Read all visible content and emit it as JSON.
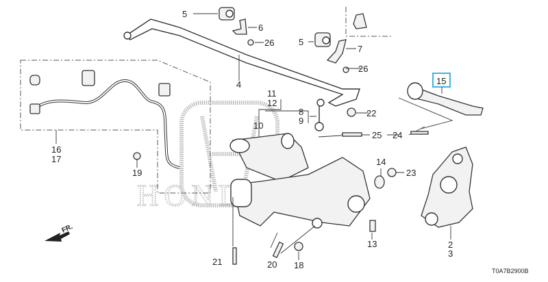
{
  "diagram": {
    "watermark": "HONDA",
    "direction_label": "FR.",
    "diagram_code": "T0A7B2900B",
    "highlight_color": "#3fb4e0",
    "callouts": {
      "c5a": "5",
      "c6": "6",
      "c26a": "26",
      "c4": "4",
      "c5b": "5",
      "c7": "7",
      "c26b": "26",
      "c15": "15",
      "c11": "11",
      "c12": "12",
      "c10": "10",
      "c8": "8",
      "c9": "9",
      "c22": "22",
      "c25": "25",
      "c24": "24",
      "c16": "16",
      "c17": "17",
      "c19": "19",
      "c14": "14",
      "c23": "23",
      "c13": "13",
      "c21": "21",
      "c20": "20",
      "c18": "18",
      "c2": "2",
      "c3": "3"
    }
  }
}
